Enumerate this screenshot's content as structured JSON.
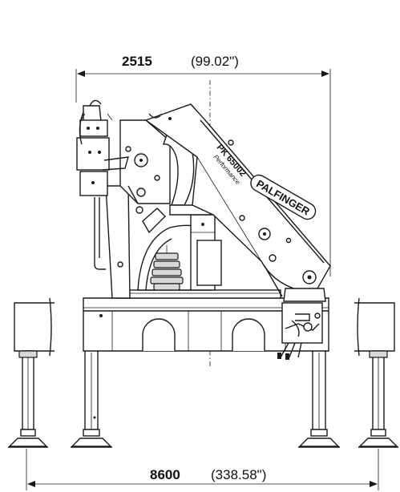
{
  "dimensions": {
    "top_metric": "2515",
    "top_imperial": "(99.02\")",
    "bottom_metric": "8600",
    "bottom_imperial": "(338.58\")"
  },
  "crane": {
    "model": "PK 65002",
    "series": "Performance",
    "brand": "PALFINGER"
  }
}
